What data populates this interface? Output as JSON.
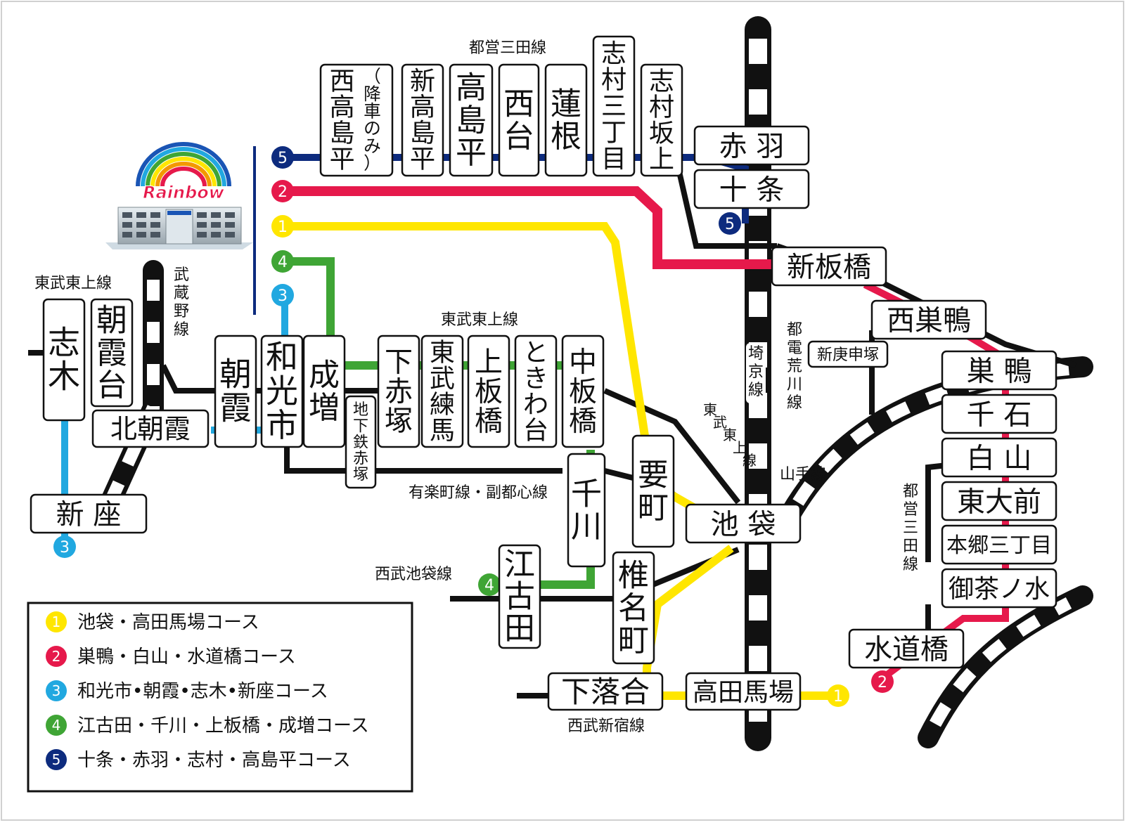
{
  "brand": {
    "logo_text": "Rainbow"
  },
  "colors": {
    "course1": "#FFE600",
    "course2": "#E6194B",
    "course3": "#21A8E0",
    "course4": "#3FA535",
    "course5": "#0D2B7E",
    "line_black": "#111111"
  },
  "vertical_stations": [
    {
      "id": "nishitakashimadaira",
      "label": "西高島平",
      "sub": "（降車のみ）"
    },
    {
      "id": "shintakashimadaira",
      "label": "新高島平"
    },
    {
      "id": "takashimadaira",
      "label": "高島平"
    },
    {
      "id": "nishidai",
      "label": "西台"
    },
    {
      "id": "hasune",
      "label": "蓮根"
    },
    {
      "id": "shimurasanchome",
      "label": "志村三丁目"
    },
    {
      "id": "shimurasakaue",
      "label": "志村坂上"
    },
    {
      "id": "shiki",
      "label": "志木"
    },
    {
      "id": "asakadai",
      "label": "朝霞台"
    },
    {
      "id": "asaka",
      "label": "朝霞"
    },
    {
      "id": "wakoshi",
      "label": "和光市"
    },
    {
      "id": "narimasu",
      "label": "成増"
    },
    {
      "id": "chikatetsu-akatsuka",
      "label": "地下鉄赤塚"
    },
    {
      "id": "shimoakatsuka",
      "label": "下赤塚"
    },
    {
      "id": "tobunerima",
      "label": "東武練馬"
    },
    {
      "id": "kamiitabashi",
      "label": "上板橋"
    },
    {
      "id": "tokiwadai",
      "label": "ときわ台"
    },
    {
      "id": "nakaitabashi",
      "label": "中板橋"
    },
    {
      "id": "senkawa",
      "label": "千川"
    },
    {
      "id": "kanamecho",
      "label": "要町"
    },
    {
      "id": "ekoda",
      "label": "江古田"
    },
    {
      "id": "shiinamachi",
      "label": "椎名町"
    }
  ],
  "horizontal_stations": [
    {
      "id": "akabane",
      "label": "赤 羽"
    },
    {
      "id": "jujo",
      "label": "十 条"
    },
    {
      "id": "shinitabashi",
      "label": "新板橋"
    },
    {
      "id": "nishisugamo",
      "label": "西巣鴨"
    },
    {
      "id": "shinkoshinzuka",
      "label": "新庚申塚"
    },
    {
      "id": "sugamo",
      "label": "巣 鴨"
    },
    {
      "id": "sengoku",
      "label": "千 石"
    },
    {
      "id": "hakusan",
      "label": "白 山"
    },
    {
      "id": "todaimae",
      "label": "東大前"
    },
    {
      "id": "hongosanchome",
      "label": "本郷三丁目"
    },
    {
      "id": "ochanomizu",
      "label": "御茶ノ水"
    },
    {
      "id": "suidobashi",
      "label": "水道橋"
    },
    {
      "id": "kitaasaka",
      "label": "北朝霞"
    },
    {
      "id": "niiza",
      "label": "新 座"
    },
    {
      "id": "ikebukuro",
      "label": "池 袋"
    },
    {
      "id": "shimoochiai",
      "label": "下落合"
    },
    {
      "id": "takadanobaba",
      "label": "高田馬場"
    }
  ],
  "line_labels": [
    {
      "id": "toei-mita-top",
      "label": "都営三田線"
    },
    {
      "id": "tobu-tojo-left",
      "label": "東武東上線"
    },
    {
      "id": "musashino",
      "label": "武蔵野線"
    },
    {
      "id": "tobu-tojo-mid",
      "label": "東武東上線"
    },
    {
      "id": "saikyo",
      "label": "埼京線"
    },
    {
      "id": "toden-arakawa",
      "label": "都電荒川線"
    },
    {
      "id": "tobu-tojo-diag",
      "label": "東武東上線"
    },
    {
      "id": "yamanote",
      "label": "山手線"
    },
    {
      "id": "yurakucho",
      "label": "有楽町線・副都心線"
    },
    {
      "id": "seibu-ikebukuro",
      "label": "西武池袋線"
    },
    {
      "id": "seibu-shinjuku",
      "label": "西武新宿線"
    },
    {
      "id": "toei-mita-right",
      "label": "都営三田線"
    }
  ],
  "course_markers": [
    {
      "id": "m5-top",
      "num": "5",
      "course": "course5"
    },
    {
      "id": "m2-top",
      "num": "2",
      "course": "course2"
    },
    {
      "id": "m1-top",
      "num": "1",
      "course": "course1"
    },
    {
      "id": "m4-top",
      "num": "4",
      "course": "course4"
    },
    {
      "id": "m3-top",
      "num": "3",
      "course": "course3"
    },
    {
      "id": "m5-jujo",
      "num": "5",
      "course": "course5"
    },
    {
      "id": "m3-niiza",
      "num": "3",
      "course": "course3"
    },
    {
      "id": "m4-ekoda",
      "num": "4",
      "course": "course4"
    },
    {
      "id": "m1-baba",
      "num": "1",
      "course": "course1"
    },
    {
      "id": "m2-suido",
      "num": "2",
      "course": "course2"
    }
  ],
  "legend": [
    {
      "num": "1",
      "course": "course1",
      "label": "池袋・高田馬場コース"
    },
    {
      "num": "2",
      "course": "course2",
      "label": "巣鴨・白山・水道橋コース"
    },
    {
      "num": "3",
      "course": "course3",
      "label": "和光市•朝霞•志木•新座コース"
    },
    {
      "num": "4",
      "course": "course4",
      "label": "江古田・千川・上板橋・成増コース"
    },
    {
      "num": "5",
      "course": "course5",
      "label": "十条・赤羽・志村・高島平コース"
    }
  ]
}
